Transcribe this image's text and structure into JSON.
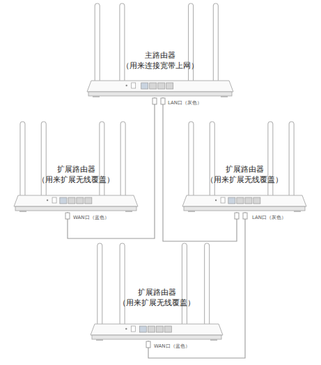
{
  "diagram": {
    "nodes": [
      {
        "text": [
          "主路由器",
          "（用来连接宽带上网）"
        ]
      },
      {
        "text": [
          "扩展路由器",
          "（用来扩展无线覆盖）"
        ]
      },
      {
        "text": [
          "扩展路由器",
          "（用来扩展无线覆盖）"
        ]
      },
      {
        "text": [
          "扩展路由器",
          "（用来扩展无线覆盖）"
        ]
      }
    ],
    "edges": [
      {
        "from": 0,
        "to": 1,
        "arrow": "none"
      },
      {
        "from": 0,
        "to": 2,
        "arrow": "none"
      },
      {
        "from": 2,
        "to": 3,
        "arrow": "none"
      }
    ],
    "labels": [
      "LAN口（灰色）",
      "WAN口（蓝色）",
      "LAN口（灰色）",
      "WAN口（蓝色）"
    ]
  }
}
